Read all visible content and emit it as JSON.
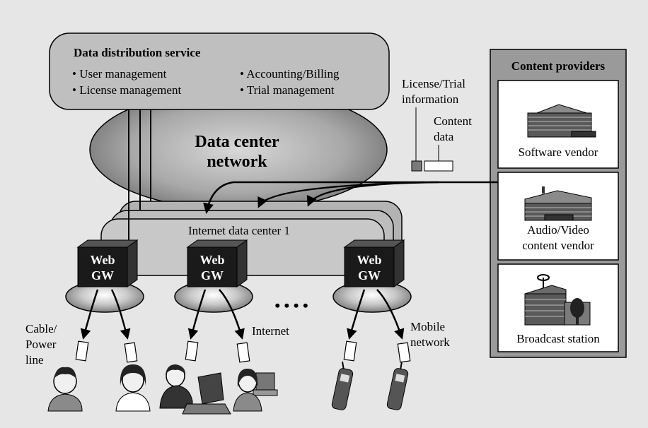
{
  "service": {
    "title": "Data distribution service",
    "items": [
      "• User management",
      "• License management",
      "• Accounting/Billing",
      "• Trial management"
    ]
  },
  "network": {
    "line1": "Data center",
    "line2": "network"
  },
  "datacenter": {
    "label": "Internet data center 1"
  },
  "gateway": {
    "line1": "Web",
    "line2": "GW"
  },
  "ellipsis": "• • • •",
  "access_labels": {
    "cable": [
      "Cable/",
      "Power",
      "line"
    ],
    "internet": "Internet",
    "mobile": [
      "Mobile",
      "network"
    ]
  },
  "license_info": [
    "License/Trial",
    "information"
  ],
  "content_data": [
    "Content",
    "data"
  ],
  "providers": {
    "title": "Content providers",
    "software": [
      "Software vendor"
    ],
    "audio": [
      "Audio/Video",
      "content vendor"
    ],
    "broadcast": [
      "Broadcast station"
    ]
  },
  "colors": {
    "background": "#e6e6e6",
    "service_box": "#bfbfbf",
    "network_cloud": "#8c8c8c",
    "gateway": "#1a1a1a",
    "panel": "#9a9a9a"
  }
}
